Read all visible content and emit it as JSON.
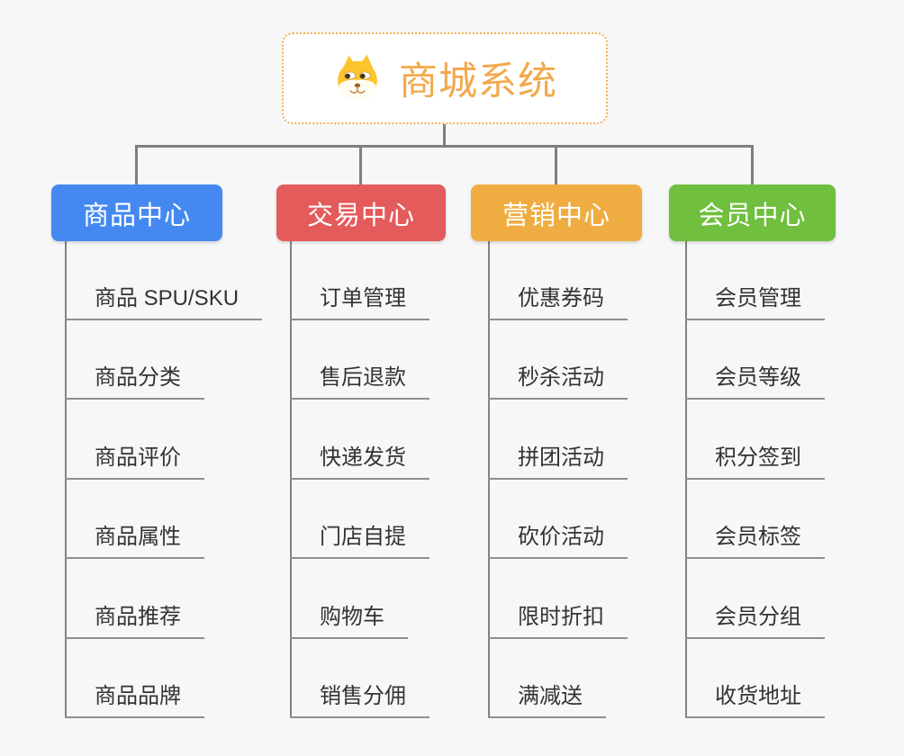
{
  "page": {
    "background_color": "#f7f7f7",
    "connector_color": "#7f7f7f",
    "leaf_text_color": "#333333",
    "leaf_underline_color": "#8f8f8f"
  },
  "root": {
    "title": "商城系统",
    "icon": "dog-face",
    "text_color": "#f2a94c",
    "border_color": "#f3b053"
  },
  "branches": [
    {
      "label": "商品中心",
      "color": "#4589f0",
      "children": [
        "商品 SPU/SKU",
        "商品分类",
        "商品评价",
        "商品属性",
        "商品推荐",
        "商品品牌"
      ]
    },
    {
      "label": "交易中心",
      "color": "#e45b5b",
      "children": [
        "订单管理",
        "售后退款",
        "快递发货",
        "门店自提",
        "购物车",
        "销售分佣"
      ]
    },
    {
      "label": "营销中心",
      "color": "#efad41",
      "children": [
        "优惠券码",
        "秒杀活动",
        "拼团活动",
        "砍价活动",
        "限时折扣",
        "满减送"
      ]
    },
    {
      "label": "会员中心",
      "color": "#70bf3f",
      "children": [
        "会员管理",
        "会员等级",
        "积分签到",
        "会员标签",
        "会员分组",
        "收货地址"
      ]
    }
  ]
}
